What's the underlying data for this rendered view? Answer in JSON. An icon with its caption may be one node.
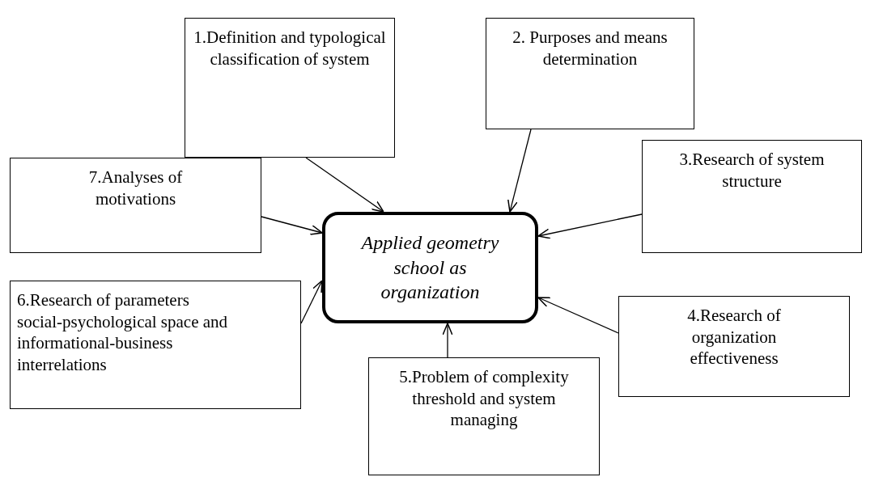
{
  "diagram": {
    "nodes": [
      {
        "text": [
          "Applied geometry school as organization"
        ]
      },
      {
        "text": [
          "1.Definition and typological classification of system"
        ]
      },
      {
        "text": [
          "2. Purposes and means determination"
        ]
      },
      {
        "text": [
          "3.Research of system structure"
        ]
      },
      {
        "text": [
          "4.Research of organization effectiveness"
        ]
      },
      {
        "text": [
          "5.Problem of complexity threshold and system managing"
        ]
      },
      {
        "text": [
          "6.Research of parameters social-psychological space and informational-business interrelations"
        ]
      },
      {
        "text": [
          "7.Analyses of motivations"
        ]
      }
    ],
    "edges": [
      {
        "from": 1,
        "to": 0,
        "arrow": "to"
      },
      {
        "from": 2,
        "to": 0,
        "arrow": "to"
      },
      {
        "from": 3,
        "to": 0,
        "arrow": "to"
      },
      {
        "from": 4,
        "to": 0,
        "arrow": "to"
      },
      {
        "from": 5,
        "to": 0,
        "arrow": "to"
      },
      {
        "from": 6,
        "to": 0,
        "arrow": "to"
      },
      {
        "from": 7,
        "to": 0,
        "arrow": "to"
      }
    ]
  }
}
